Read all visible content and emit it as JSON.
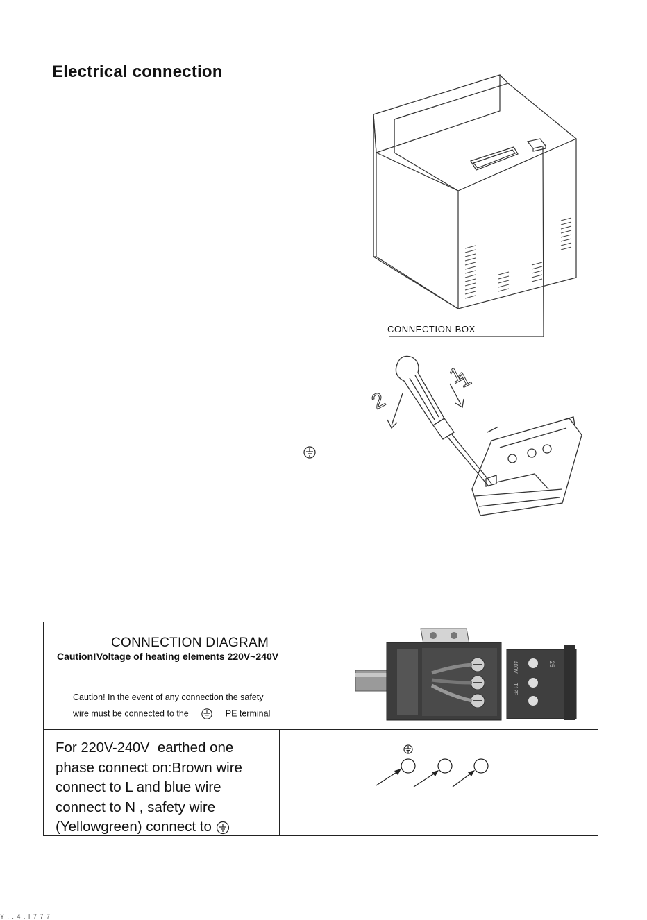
{
  "page": {
    "title": "Electrical  connection"
  },
  "oven_figure": {
    "label": "CONNECTION BOX"
  },
  "screwdriver_figure": {
    "step_1": "1",
    "step_2": "2"
  },
  "connection_diagram": {
    "title": "CONNECTION  DIAGRAM",
    "caution_heading": "Caution!Voltage  of  heating  elements  220V~240V",
    "caution_note_line1": "Caution!  In  the  event  of  any  connection  the  safety",
    "caution_note_line2_pre": "wire  must  be  connected  to  the",
    "caution_note_line2_post": "PE  terminal",
    "instructions": {
      "line1_pre": "For",
      "voltage": "220V-240V",
      "line1_post": "earthed one",
      "line2": "phase connect on:Brown wire",
      "line3": "connect to L and blue wire",
      "line4": "connect to N ,   safety wire",
      "line5_pre": "(Yellowgreen) connect to"
    },
    "block_labels": {
      "rating_1": "400V",
      "rating_2": "T125",
      "rating_3": "25"
    }
  },
  "footer": {
    "fragment": "Y  . .  4 . I  7 7 7"
  }
}
